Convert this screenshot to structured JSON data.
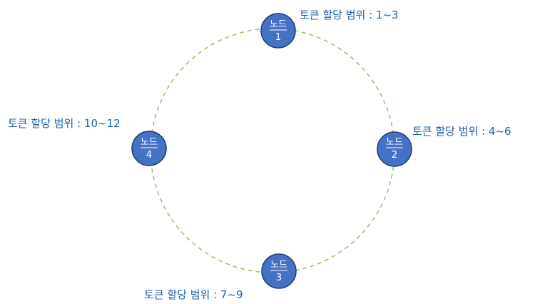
{
  "ring": {
    "stroke_color": "#92c36e"
  },
  "colors": {
    "node_fill": "#4472c4",
    "node_stroke": "#1e3c72",
    "label_text": "#1f5fa8"
  },
  "nodes": [
    {
      "title": "노드",
      "number": "1",
      "range_label": "토큰 할당 범위 : 1~3"
    },
    {
      "title": "노드",
      "number": "2",
      "range_label": "토큰 할당 범위 : 4~6"
    },
    {
      "title": "노드",
      "number": "3",
      "range_label": "토큰 할당 범위 : 7~9"
    },
    {
      "title": "노드",
      "number": "4",
      "range_label": "토큰 할당 범위 : 10~12"
    }
  ]
}
